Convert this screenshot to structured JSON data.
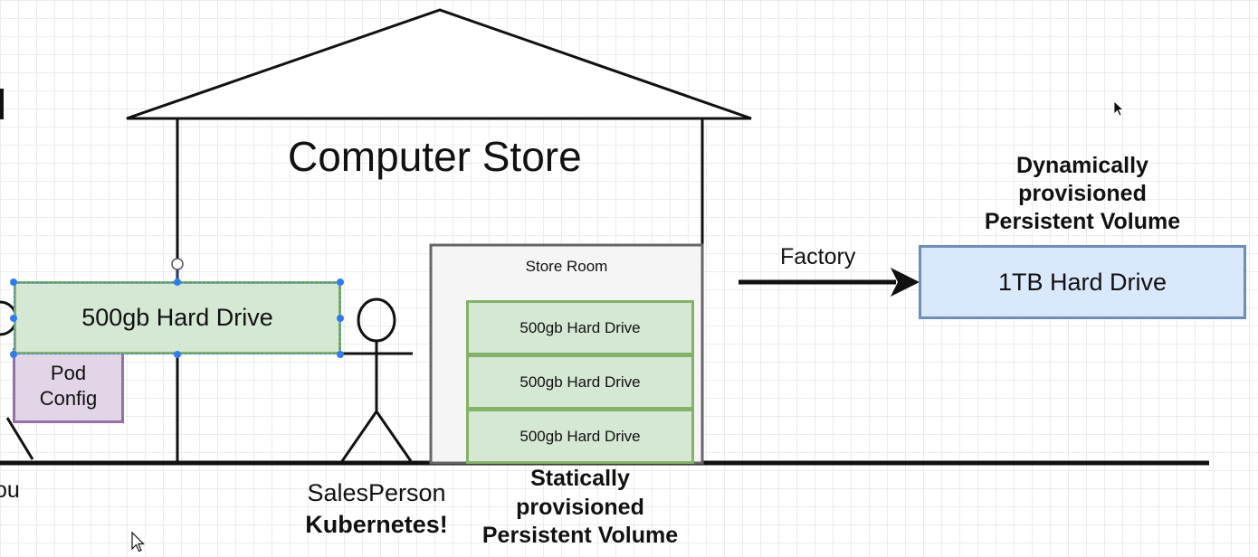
{
  "store": {
    "title": "Computer Store",
    "store_room_label": "Store Room"
  },
  "drives": {
    "held_drive": "500gb Hard Drive",
    "store_room_drives": [
      "500gb Hard Drive",
      "500gb Hard Drive",
      "500gb Hard Drive"
    ],
    "factory_drive": "1TB Hard Drive"
  },
  "pod_config": {
    "line1": "Pod",
    "line2": "Config"
  },
  "people": {
    "left_cutoff_label": "ou",
    "salesperson_label": "SalesPerson",
    "salesperson_subtitle": "Kubernetes!"
  },
  "factory": {
    "label": "Factory"
  },
  "labels": {
    "static_pv": [
      "Statically",
      "provisioned",
      "Persistent Volume"
    ],
    "dynamic_pv": [
      "Dynamically",
      "provisioned",
      "Persistent Volume"
    ]
  },
  "colors": {
    "green_fill": "#d5e8d4",
    "green_stroke": "#82b366",
    "purple_fill": "#e1d5e7",
    "purple_stroke": "#9673a6",
    "blue_fill": "#dae8fc",
    "blue_stroke": "#6c8ebf",
    "selection": "#2e7cf6"
  }
}
